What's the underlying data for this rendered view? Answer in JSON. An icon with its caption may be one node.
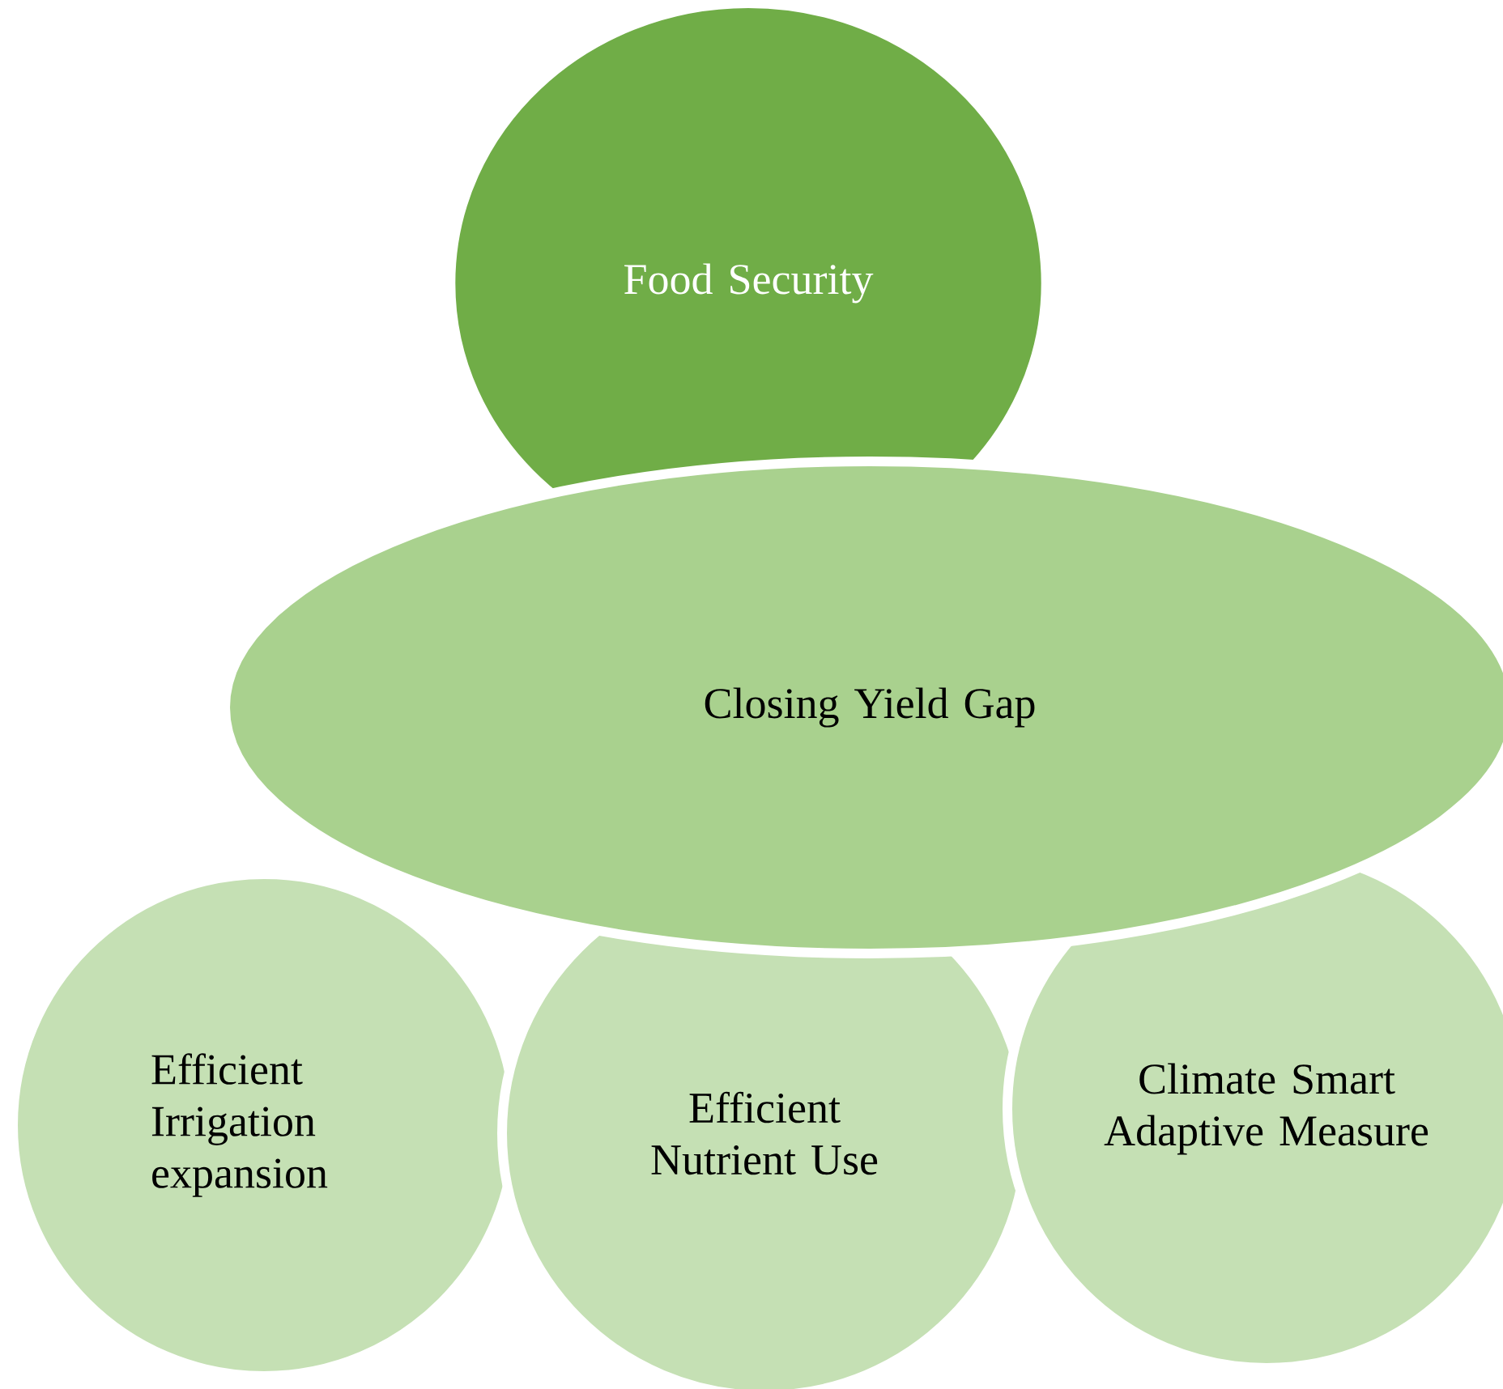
{
  "diagram": {
    "nodes": [
      {
        "text": [
          "Food Security"
        ]
      },
      {
        "text": [
          "Closing Yield Gap"
        ]
      },
      {
        "text": [
          "Efficient Irrigation expansion"
        ]
      },
      {
        "text": [
          "Efficient Nutrient Use"
        ]
      },
      {
        "text": [
          "Climate Smart Adaptive Measure"
        ]
      }
    ]
  }
}
